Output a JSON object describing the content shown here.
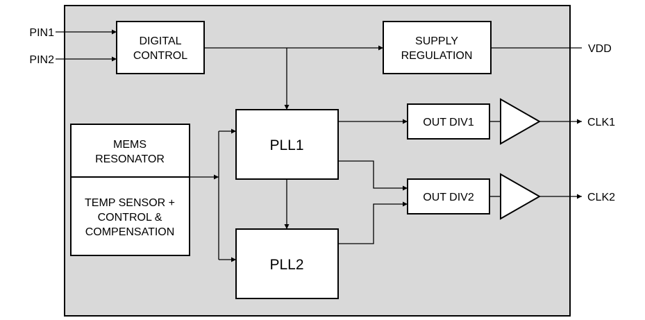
{
  "diagram": {
    "pins": {
      "pin1": "PIN1",
      "pin2": "PIN2",
      "vdd": "VDD",
      "clk1": "CLK1",
      "clk2": "CLK2"
    },
    "blocks": {
      "digital_control": [
        "DIGITAL",
        "CONTROL"
      ],
      "supply_regulation": [
        "SUPPLY",
        "REGULATION"
      ],
      "mems_resonator": [
        "MEMS",
        "RESONATOR"
      ],
      "temp_sensor": [
        "TEMP SENSOR +",
        "CONTROL &",
        "COMPENSATION"
      ],
      "pll1": "PLL1",
      "pll2": "PLL2",
      "out_div1": "OUT DIV1",
      "out_div2": "OUT DIV2"
    },
    "colors": {
      "chip_fill": "#d9d9d9",
      "block_fill": "#ffffff",
      "line": "#000000"
    }
  }
}
